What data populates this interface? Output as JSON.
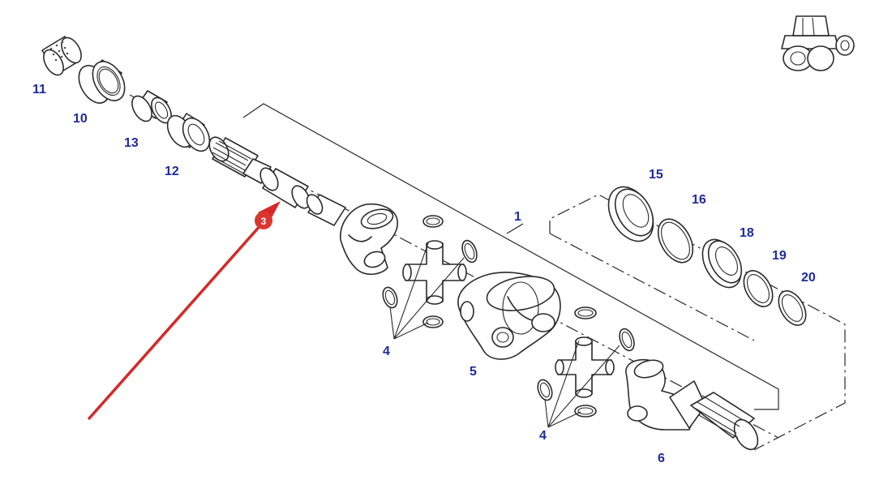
{
  "labels": {
    "l1": "1",
    "l3": "3",
    "l4a": "4",
    "l4b": "4",
    "l5": "5",
    "l6": "6",
    "l10": "10",
    "l11": "11",
    "l12": "12",
    "l13": "13",
    "l15": "15",
    "l16": "16",
    "l18": "18",
    "l19": "19",
    "l20": "20"
  },
  "colors": {
    "label": "#1f2a9c",
    "line": "#2a2a2a",
    "arrow": "#d62828",
    "badge": "#d9362f"
  },
  "icons": {
    "tractor": "tractor-icon",
    "pointer": "red-arrow"
  }
}
